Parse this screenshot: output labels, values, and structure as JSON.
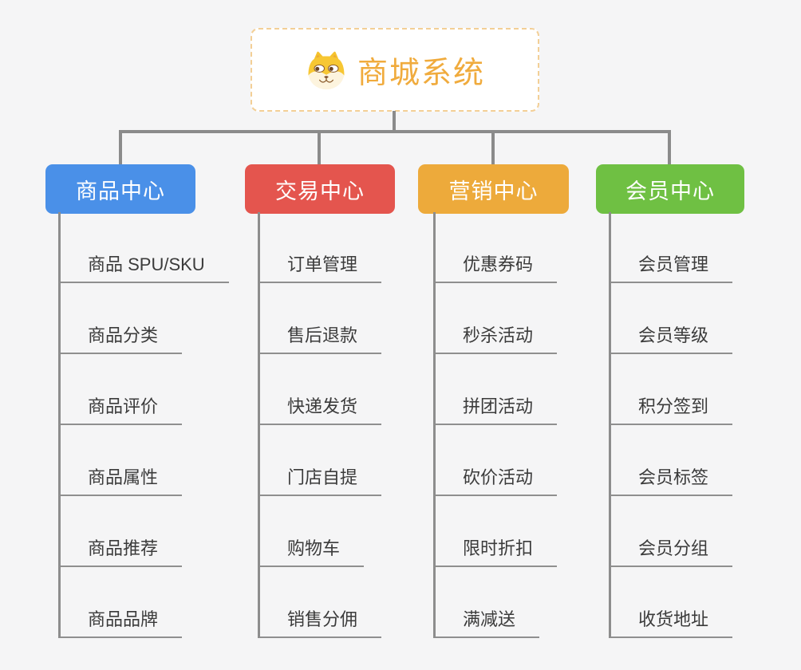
{
  "page": {
    "background_color": "#f5f5f6",
    "connector_color": "#8b8b8b"
  },
  "root": {
    "label": "商城系统",
    "icon": "dog-face-icon",
    "text_color": "#f0ab3d",
    "border_color": "#f3cf96"
  },
  "branches": [
    {
      "label": "商品中心",
      "color": "#4a90e8",
      "children": [
        "商品 SPU/SKU",
        "商品分类",
        "商品评价",
        "商品属性",
        "商品推荐",
        "商品品牌"
      ]
    },
    {
      "label": "交易中心",
      "color": "#e4554e",
      "children": [
        "订单管理",
        "售后退款",
        "快递发货",
        "门店自提",
        "购物车",
        "销售分佣"
      ]
    },
    {
      "label": "营销中心",
      "color": "#edaa3b",
      "children": [
        "优惠券码",
        "秒杀活动",
        "拼团活动",
        "砍价活动",
        "限时折扣",
        "满减送"
      ]
    },
    {
      "label": "会员中心",
      "color": "#6fc043",
      "children": [
        "会员管理",
        "会员等级",
        "积分签到",
        "会员标签",
        "会员分组",
        "收货地址"
      ]
    }
  ]
}
